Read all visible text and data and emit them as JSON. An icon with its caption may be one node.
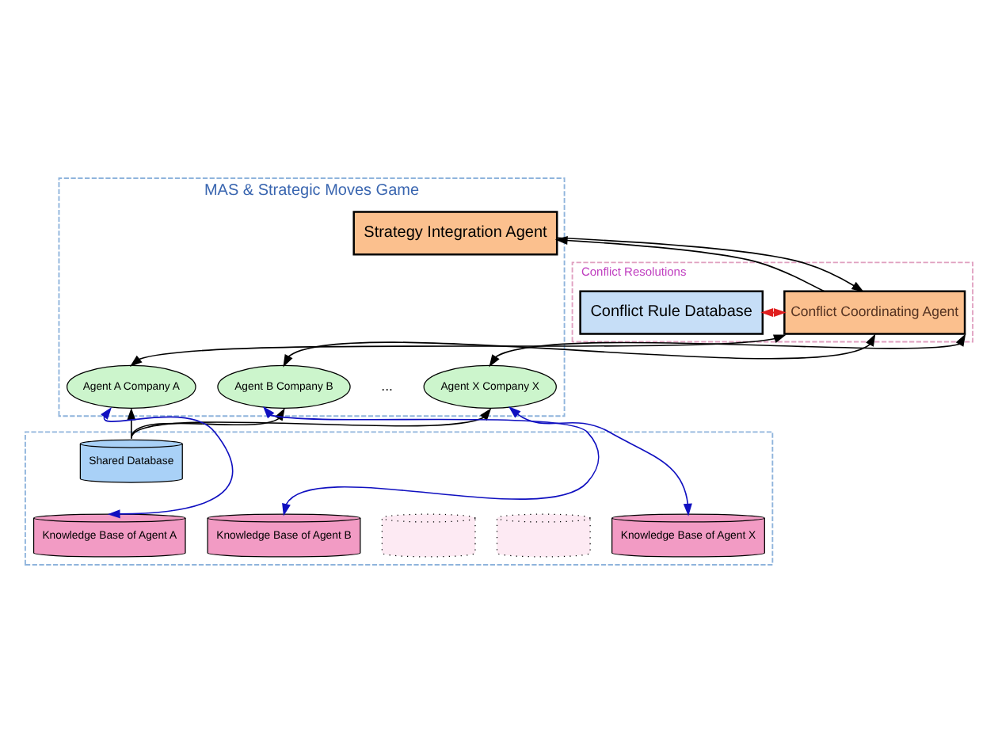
{
  "diagram": {
    "nodes": [
      {
        "text": [
          "MAS & Strategic Moves Game"
        ]
      },
      {
        "text": [
          "Strategy Integration Agent"
        ],
        "in": 0
      },
      {
        "text": [
          "Conflict Resolutions"
        ]
      },
      {
        "text": [
          "Conflict Rule Database"
        ],
        "in": 2
      },
      {
        "text": [
          "Conflict Coordinating Agent"
        ],
        "in": 2
      },
      {
        "text": [
          "Agent A Company A"
        ],
        "in": 0
      },
      {
        "text": [
          "Agent B Company B"
        ],
        "in": 0
      },
      {
        "text": [
          "Agent X Company X"
        ],
        "in": 0
      },
      {
        "text": [],
        "shape": "box"
      },
      {
        "text": [
          "Shared Database"
        ],
        "in": 8
      },
      {
        "text": [
          "Knowledge Base of Agent A"
        ],
        "in": 8
      },
      {
        "text": [
          "Knowledge Base of Agent B"
        ],
        "in": 8
      },
      {
        "text": [],
        "shape": "cylinder",
        "in": 8
      },
      {
        "text": [],
        "shape": "cylinder",
        "in": 8
      },
      {
        "text": [
          "Knowledge Base of Agent X"
        ],
        "in": 8
      }
    ],
    "edges": [
      {
        "from": 4,
        "to": 1,
        "arrow": "to"
      },
      {
        "from": 1,
        "to": 4,
        "arrow": "to"
      },
      {
        "from": 4,
        "to": 3,
        "arrow": "to",
        "color": "#e02020"
      },
      {
        "from": 3,
        "to": 4,
        "arrow": "to",
        "color": "#e02020"
      },
      {
        "from": 4,
        "to": 5,
        "arrow": "both"
      },
      {
        "from": 4,
        "to": 6,
        "arrow": "both"
      },
      {
        "from": 4,
        "to": 7,
        "arrow": "both"
      },
      {
        "from": 9,
        "to": 5,
        "arrow": "to"
      },
      {
        "from": 9,
        "to": 6,
        "arrow": "to"
      },
      {
        "from": 9,
        "to": 7,
        "arrow": "to"
      },
      {
        "from": 10,
        "to": 5,
        "arrow": "both",
        "color": "#1010c0"
      },
      {
        "from": 11,
        "to": 6,
        "arrow": "both",
        "color": "#1010c0"
      },
      {
        "from": 14,
        "to": 7,
        "arrow": "both",
        "color": "#1010c0"
      }
    ],
    "labels": [
      "..."
    ]
  }
}
